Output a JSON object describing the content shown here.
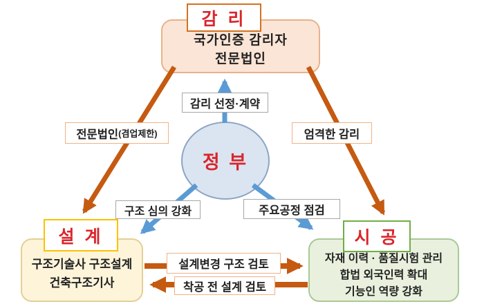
{
  "supervision": {
    "title": "감 리",
    "lines": [
      "국가인증 감리자",
      "전문법인"
    ]
  },
  "government": {
    "label": "정 부"
  },
  "design": {
    "title": "설 계",
    "lines": [
      "구조기술사 구조설계",
      "건축구조기사"
    ]
  },
  "construction": {
    "title": "시 공",
    "lines": [
      "자재 이력 · 품질시험 관리",
      "합법 외국인력 확대",
      "기능인 역량 강화"
    ]
  },
  "labels": {
    "selection_contract": "감리 선정·계약",
    "professional_corp_main": "전문법인",
    "professional_corp_sub": "(겸업제한)",
    "strict_supervision": "엄격한 감리",
    "structural_review": "구조 심의 강화",
    "major_process_check": "주요공정 점검",
    "design_change_review": "설계변경 구조 검토",
    "pre_construction_review": "착공 전 설계 검토"
  },
  "colors": {
    "red_text": "#d9262c",
    "orange_arrow": "#c55a11",
    "blue_arrow": "#5b9bd5",
    "supervision_fill": "#fbe5d6",
    "design_fill": "#fdf4da",
    "construction_fill": "#e9f1de",
    "government_fill": "#dbe5f1",
    "supervision_border": "#d4711f",
    "design_border": "#ffc000",
    "construction_border": "#70ad47"
  }
}
